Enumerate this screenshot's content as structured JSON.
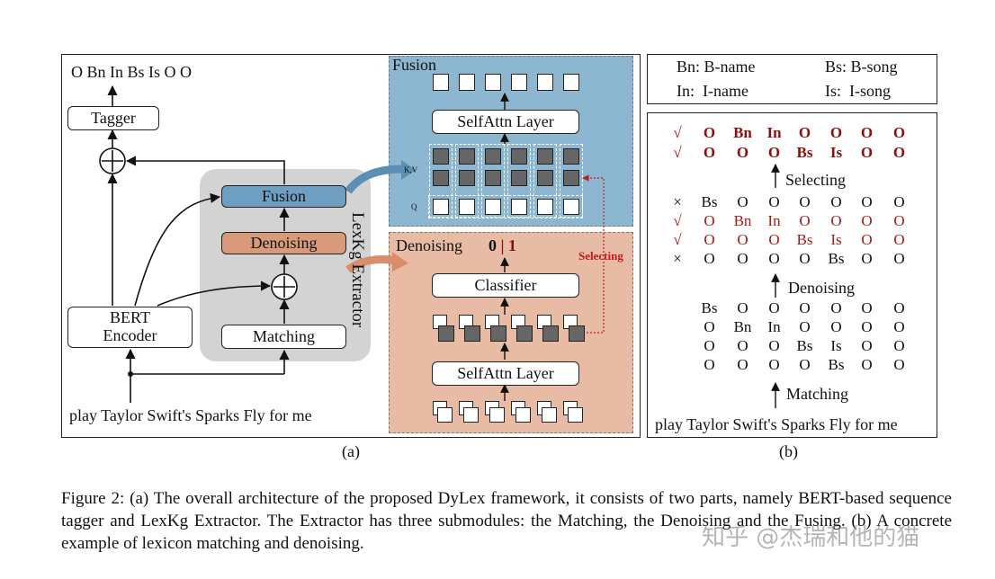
{
  "panel_a": {
    "output_labels": "O Bn In Bs Is O O",
    "tagger": "Tagger",
    "bert_line1": "BERT",
    "bert_line2": "Encoder",
    "input_sentence": "play Taylor Swift's Sparks Fly for me",
    "extractor": {
      "fusion": "Fusion",
      "denoising": "Denoising",
      "matching": "Matching",
      "side_label": "LexKg Extractor"
    },
    "fusion_zone": {
      "title": "Fusion",
      "selfattn": "SelfAttn Layer",
      "kv_label": "K,V",
      "q_label": "Q"
    },
    "denoising_zone": {
      "title": "Denoising",
      "binary_zero": "0",
      "binary_sep": "|",
      "binary_one": "1",
      "classifier": "Classifier",
      "selfattn": "SelfAttn Layer",
      "selecting": "Selecting"
    },
    "label": "(a)"
  },
  "panel_b": {
    "legend": [
      {
        "text": "Bn: B-name"
      },
      {
        "text": "Bs: B-song"
      },
      {
        "text": "In:  I-name"
      },
      {
        "text": "Is:  I-song"
      }
    ],
    "selected_rows": [
      {
        "mark": "√",
        "tokens": [
          "O",
          "Bn",
          "In",
          "O",
          "O",
          "O",
          "O"
        ]
      },
      {
        "mark": "√",
        "tokens": [
          "O",
          "O",
          "O",
          "Bs",
          "Is",
          "O",
          "O"
        ]
      }
    ],
    "selecting_label": "Selecting",
    "denoised_rows": [
      {
        "mark": "×",
        "tokens": [
          "Bs",
          "O",
          "O",
          "O",
          "O",
          "O",
          "O"
        ],
        "highlight": false
      },
      {
        "mark": "√",
        "tokens": [
          "O",
          "Bn",
          "In",
          "O",
          "O",
          "O",
          "O"
        ],
        "highlight": true
      },
      {
        "mark": "√",
        "tokens": [
          "O",
          "O",
          "O",
          "Bs",
          "Is",
          "O",
          "O"
        ],
        "highlight": true
      },
      {
        "mark": "×",
        "tokens": [
          "O",
          "O",
          "O",
          "O",
          "Bs",
          "O",
          "O"
        ],
        "highlight": false
      }
    ],
    "denoising_label": "Denoising",
    "matched_rows": [
      {
        "tokens": [
          "Bs",
          "O",
          "O",
          "O",
          "O",
          "O",
          "O"
        ]
      },
      {
        "tokens": [
          "O",
          "Bn",
          "In",
          "O",
          "O",
          "O",
          "O"
        ]
      },
      {
        "tokens": [
          "O",
          "O",
          "O",
          "Bs",
          "Is",
          "O",
          "O"
        ]
      },
      {
        "tokens": [
          "O",
          "O",
          "O",
          "O",
          "Bs",
          "O",
          "O"
        ]
      }
    ],
    "matching_label": "Matching",
    "input_sentence": "play Taylor Swift's Sparks Fly for me",
    "label": "(b)"
  },
  "caption": "Figure 2: (a) The overall architecture of the proposed DyLex framework, it consists of two parts, namely BERT-based sequence tagger and LexKg Extractor. The Extractor has three submodules: the Matching, the Denoising and the Fusing. (b) A concrete example of lexicon matching and denoising.",
  "watermark": "知乎 @杰瑞和他的猫",
  "colors": {
    "fusion_blue": "#6f9fc0",
    "fusion_zone": "#8db6d1",
    "denoising_orange": "#d99a7a",
    "denoising_zone": "#e8bba5",
    "extractor_gray": "#d3d3d3",
    "selecting_red": "#c41a1a",
    "row_red": "#a51c1c"
  }
}
